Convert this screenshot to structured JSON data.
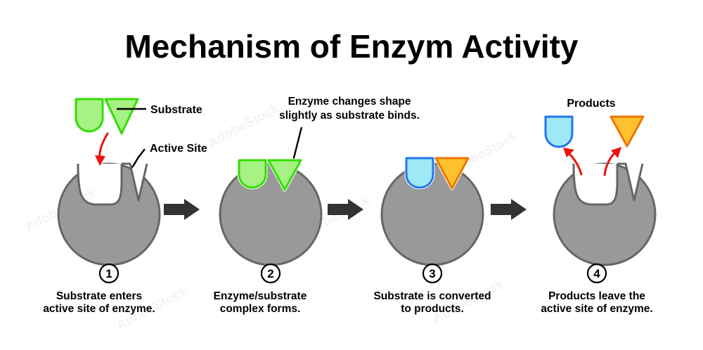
{
  "page": {
    "title": "Mechanism of Enzym Activity",
    "background_color": "#ffffff"
  },
  "colors": {
    "enzyme_fill": "#999999",
    "enzyme_stroke": "#666666",
    "substrate_fill": "#a6f285",
    "substrate_stroke": "#33dd00",
    "product_u_fill": "#9fe8f5",
    "product_u_stroke": "#2277ee",
    "product_tri_fill": "#ffc22e",
    "product_tri_stroke": "#ee7700",
    "red_arrow": "#ee1111",
    "black_arrow": "#333333",
    "text": "#000000"
  },
  "labels": {
    "substrate": "Substrate",
    "active_site": "Active Site",
    "products": "Products",
    "note_line1": "Enzyme changes shape",
    "note_line2": "slightly as substrate binds."
  },
  "steps": [
    {
      "number": "1",
      "caption_line1": "Substrate enters",
      "caption_line2": "active site of enzyme."
    },
    {
      "number": "2",
      "caption_line1": "Enzyme/substrate",
      "caption_line2": "complex forms."
    },
    {
      "number": "3",
      "caption_line1": "Substrate is converted",
      "caption_line2": "to products."
    },
    {
      "number": "4",
      "caption_line1": "Products leave the",
      "caption_line2": "active site of enzyme."
    }
  ],
  "watermark": {
    "text": "AdobeStock"
  }
}
